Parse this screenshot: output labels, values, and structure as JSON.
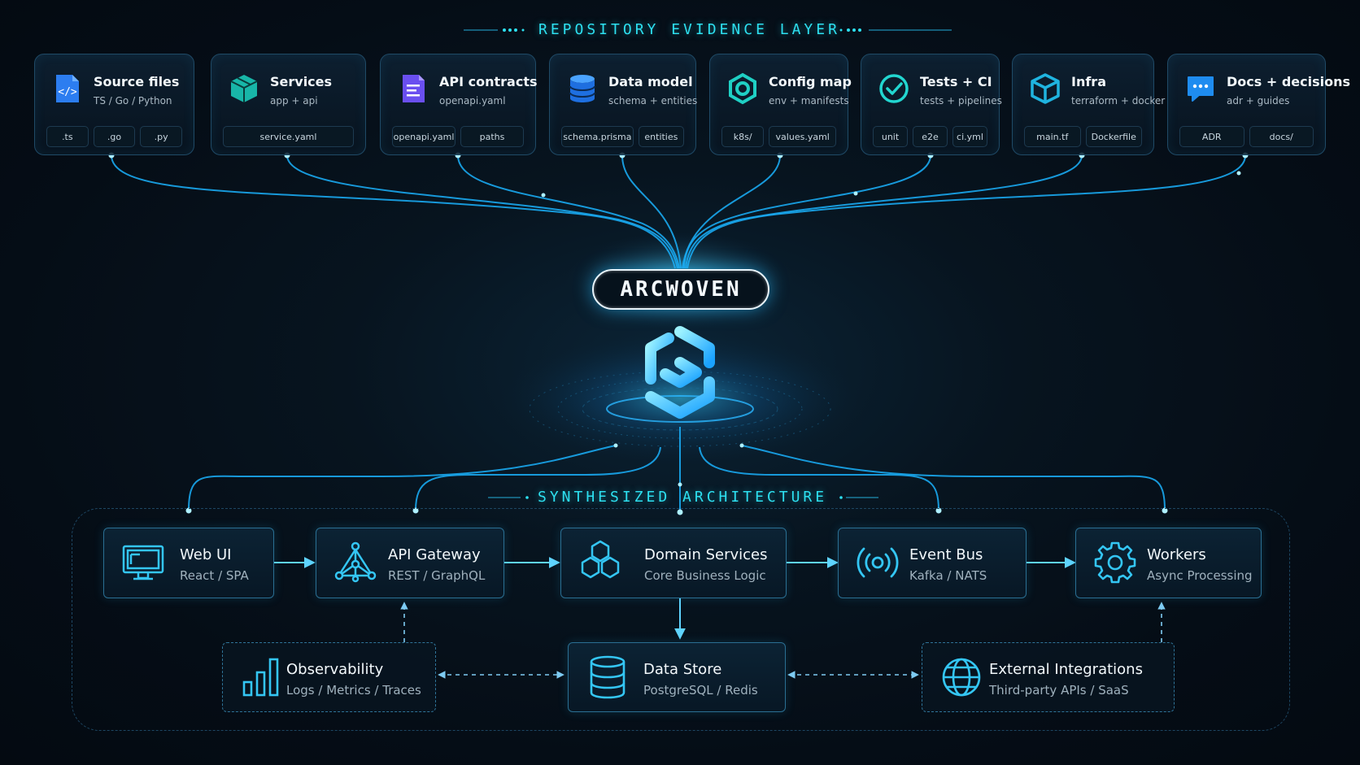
{
  "top_title": "REPOSITORY EVIDENCE LAYER",
  "sources": [
    {
      "title": "Source files",
      "sub": "TS / Go / Python",
      "icon": "code-file-icon",
      "chips": [
        ".ts",
        ".go",
        ".py"
      ]
    },
    {
      "title": "Services",
      "sub": "app + api",
      "icon": "package-cube-icon",
      "chips": [
        "service.yaml"
      ]
    },
    {
      "title": "API contracts",
      "sub": "openapi.yaml",
      "icon": "document-icon",
      "chips": [
        "openapi.yaml",
        "paths"
      ]
    },
    {
      "title": "Data model",
      "sub": "schema + entities",
      "icon": "database-icon",
      "chips": [
        "schema.prisma",
        "entities"
      ]
    },
    {
      "title": "Config map",
      "sub": "env + manifests",
      "icon": "hex-gear-icon",
      "chips": [
        "k8s/",
        "values.yaml"
      ]
    },
    {
      "title": "Tests + CI",
      "sub": "tests + pipelines",
      "icon": "check-circle-icon",
      "chips": [
        "unit",
        "e2e",
        "ci.yml"
      ]
    },
    {
      "title": "Infra",
      "sub": "terraform + docker",
      "icon": "box-icon",
      "chips": [
        "main.tf",
        "Dockerfile"
      ]
    },
    {
      "title": "Docs + decisions",
      "sub": "adr + guides",
      "icon": "chat-bubble-icon",
      "chips": [
        "ADR",
        "docs/"
      ]
    }
  ],
  "brand": "ARCWOVEN",
  "bottom_title": "SYNTHESIZED ARCHITECTURE",
  "architecture": {
    "web_ui": {
      "title": "Web UI",
      "sub": "React / SPA",
      "icon": "monitor-icon"
    },
    "api_gateway": {
      "title": "API Gateway",
      "sub": "REST / GraphQL",
      "icon": "network-nodes-icon"
    },
    "domain_services": {
      "title": "Domain Services",
      "sub": "Core Business Logic",
      "icon": "hexagon-cluster-icon"
    },
    "event_bus": {
      "title": "Event Bus",
      "sub": "Kafka / NATS",
      "icon": "broadcast-icon"
    },
    "workers": {
      "title": "Workers",
      "sub": "Async Processing",
      "icon": "gear-icon"
    },
    "observability": {
      "title": "Observability",
      "sub": "Logs / Metrics / Traces",
      "icon": "bar-chart-icon"
    },
    "data_store": {
      "title": "Data Store",
      "sub": "PostgreSQL / Redis",
      "icon": "database-icon"
    },
    "external": {
      "title": "External Integrations",
      "sub": "Third-party APIs / SaaS",
      "icon": "globe-icon"
    }
  },
  "colors": {
    "accent": "#2de0f0",
    "wire": "#1ea7ff",
    "card_border": "#1f4a66",
    "background": "#050d16"
  }
}
